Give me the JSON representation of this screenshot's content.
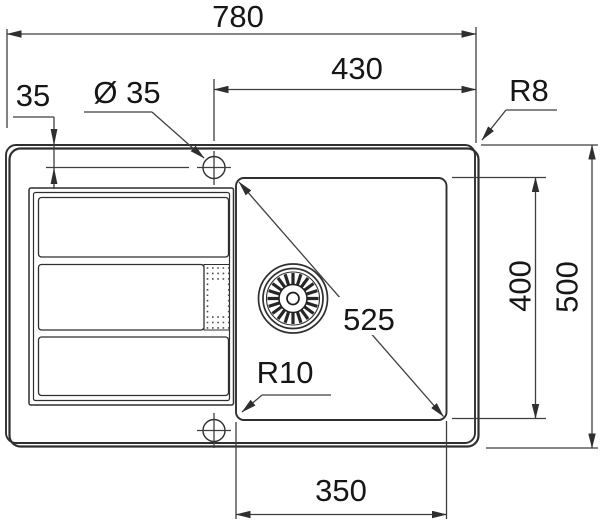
{
  "drawing": {
    "dimensions": {
      "overall_width": "780",
      "hole_offset_from_right": "430",
      "hole_offset_from_top": "35",
      "hole_diameter": "Ø 35",
      "outer_corner_radius": "R8",
      "bowl_diagonal": "525",
      "bowl_corner_radius": "R10",
      "bowl_front_to_back": "400",
      "overall_depth": "500",
      "bowl_width": "350"
    },
    "colors": {
      "outline": "#2f2f2f",
      "dimension_lines": "#3f3f3f",
      "text": "#161616",
      "background": "#ffffff",
      "shadow": "#b5b5b5"
    },
    "strainer": {
      "fin_count": 20
    },
    "perforation": {
      "columns": 5,
      "rows": 12
    }
  }
}
